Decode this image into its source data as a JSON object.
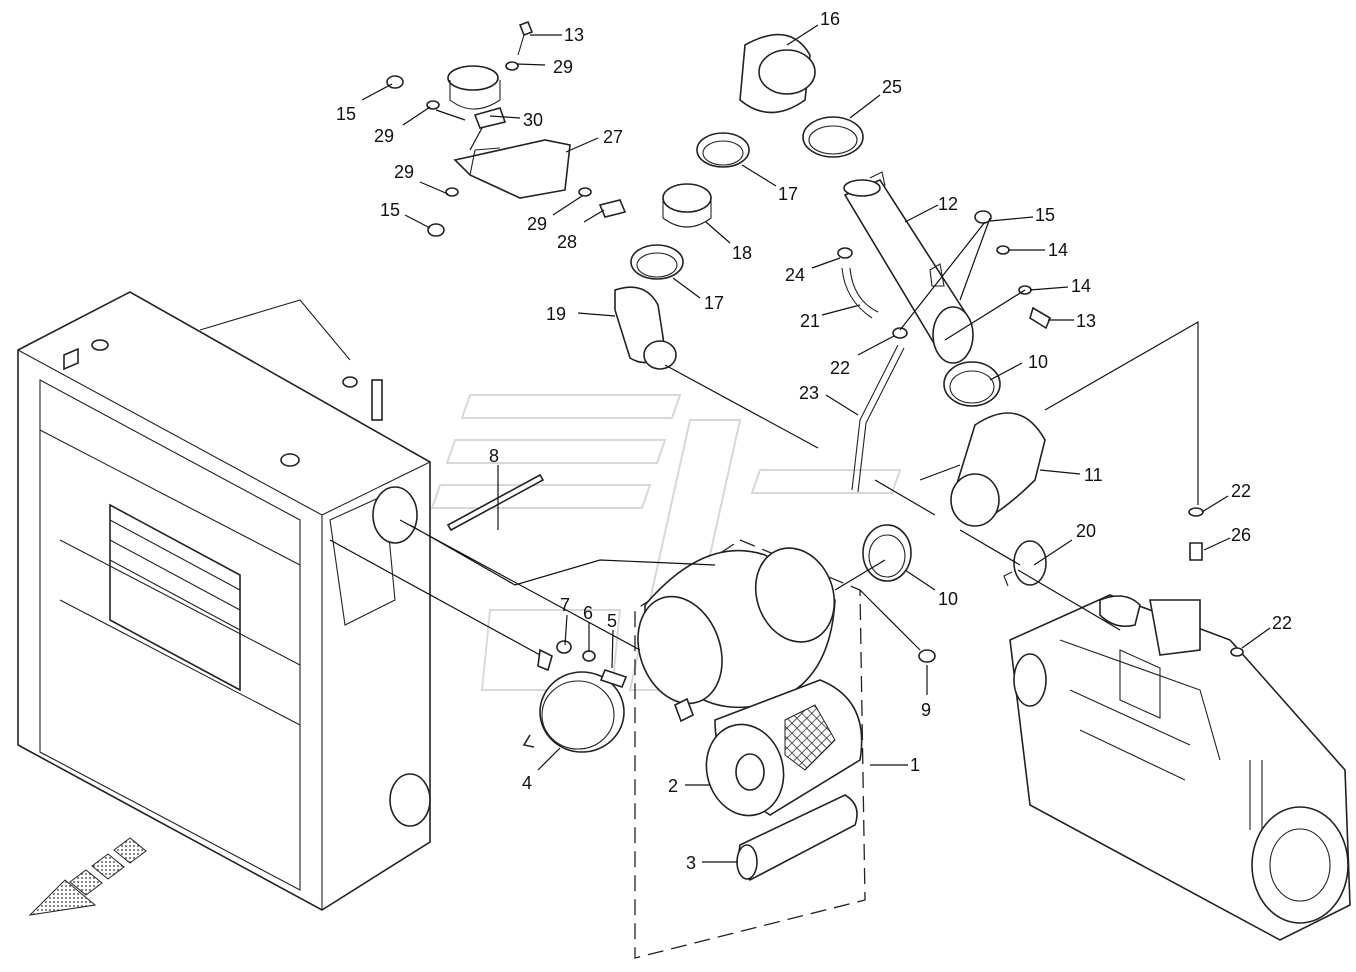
{
  "diagram": {
    "callouts": [
      {
        "id": "c1",
        "text": "1"
      },
      {
        "id": "c2",
        "text": "2"
      },
      {
        "id": "c3",
        "text": "3"
      },
      {
        "id": "c4",
        "text": "4"
      },
      {
        "id": "c5",
        "text": "5"
      },
      {
        "id": "c6",
        "text": "6"
      },
      {
        "id": "c7",
        "text": "7"
      },
      {
        "id": "c8",
        "text": "8"
      },
      {
        "id": "c9",
        "text": "9"
      },
      {
        "id": "c10a",
        "text": "10"
      },
      {
        "id": "c10b",
        "text": "10"
      },
      {
        "id": "c11",
        "text": "11"
      },
      {
        "id": "c12",
        "text": "12"
      },
      {
        "id": "c13a",
        "text": "13"
      },
      {
        "id": "c13b",
        "text": "13"
      },
      {
        "id": "c14a",
        "text": "14"
      },
      {
        "id": "c14b",
        "text": "14"
      },
      {
        "id": "c15a",
        "text": "15"
      },
      {
        "id": "c15b",
        "text": "15"
      },
      {
        "id": "c15c",
        "text": "15"
      },
      {
        "id": "c16",
        "text": "16"
      },
      {
        "id": "c17a",
        "text": "17"
      },
      {
        "id": "c17b",
        "text": "17"
      },
      {
        "id": "c18",
        "text": "18"
      },
      {
        "id": "c19",
        "text": "19"
      },
      {
        "id": "c20",
        "text": "20"
      },
      {
        "id": "c21",
        "text": "21"
      },
      {
        "id": "c22a",
        "text": "22"
      },
      {
        "id": "c22b",
        "text": "22"
      },
      {
        "id": "c22c",
        "text": "22"
      },
      {
        "id": "c23",
        "text": "23"
      },
      {
        "id": "c24",
        "text": "24"
      },
      {
        "id": "c25",
        "text": "25"
      },
      {
        "id": "c26",
        "text": "26"
      },
      {
        "id": "c27",
        "text": "27"
      },
      {
        "id": "c28",
        "text": "28"
      },
      {
        "id": "c29a",
        "text": "29"
      },
      {
        "id": "c29b",
        "text": "29"
      },
      {
        "id": "c29c",
        "text": "29"
      },
      {
        "id": "c29d",
        "text": "29"
      },
      {
        "id": "c30",
        "text": "30"
      }
    ]
  },
  "colors": {
    "line": "#222222",
    "background": "#ffffff",
    "watermark": "#d8d8d8"
  }
}
